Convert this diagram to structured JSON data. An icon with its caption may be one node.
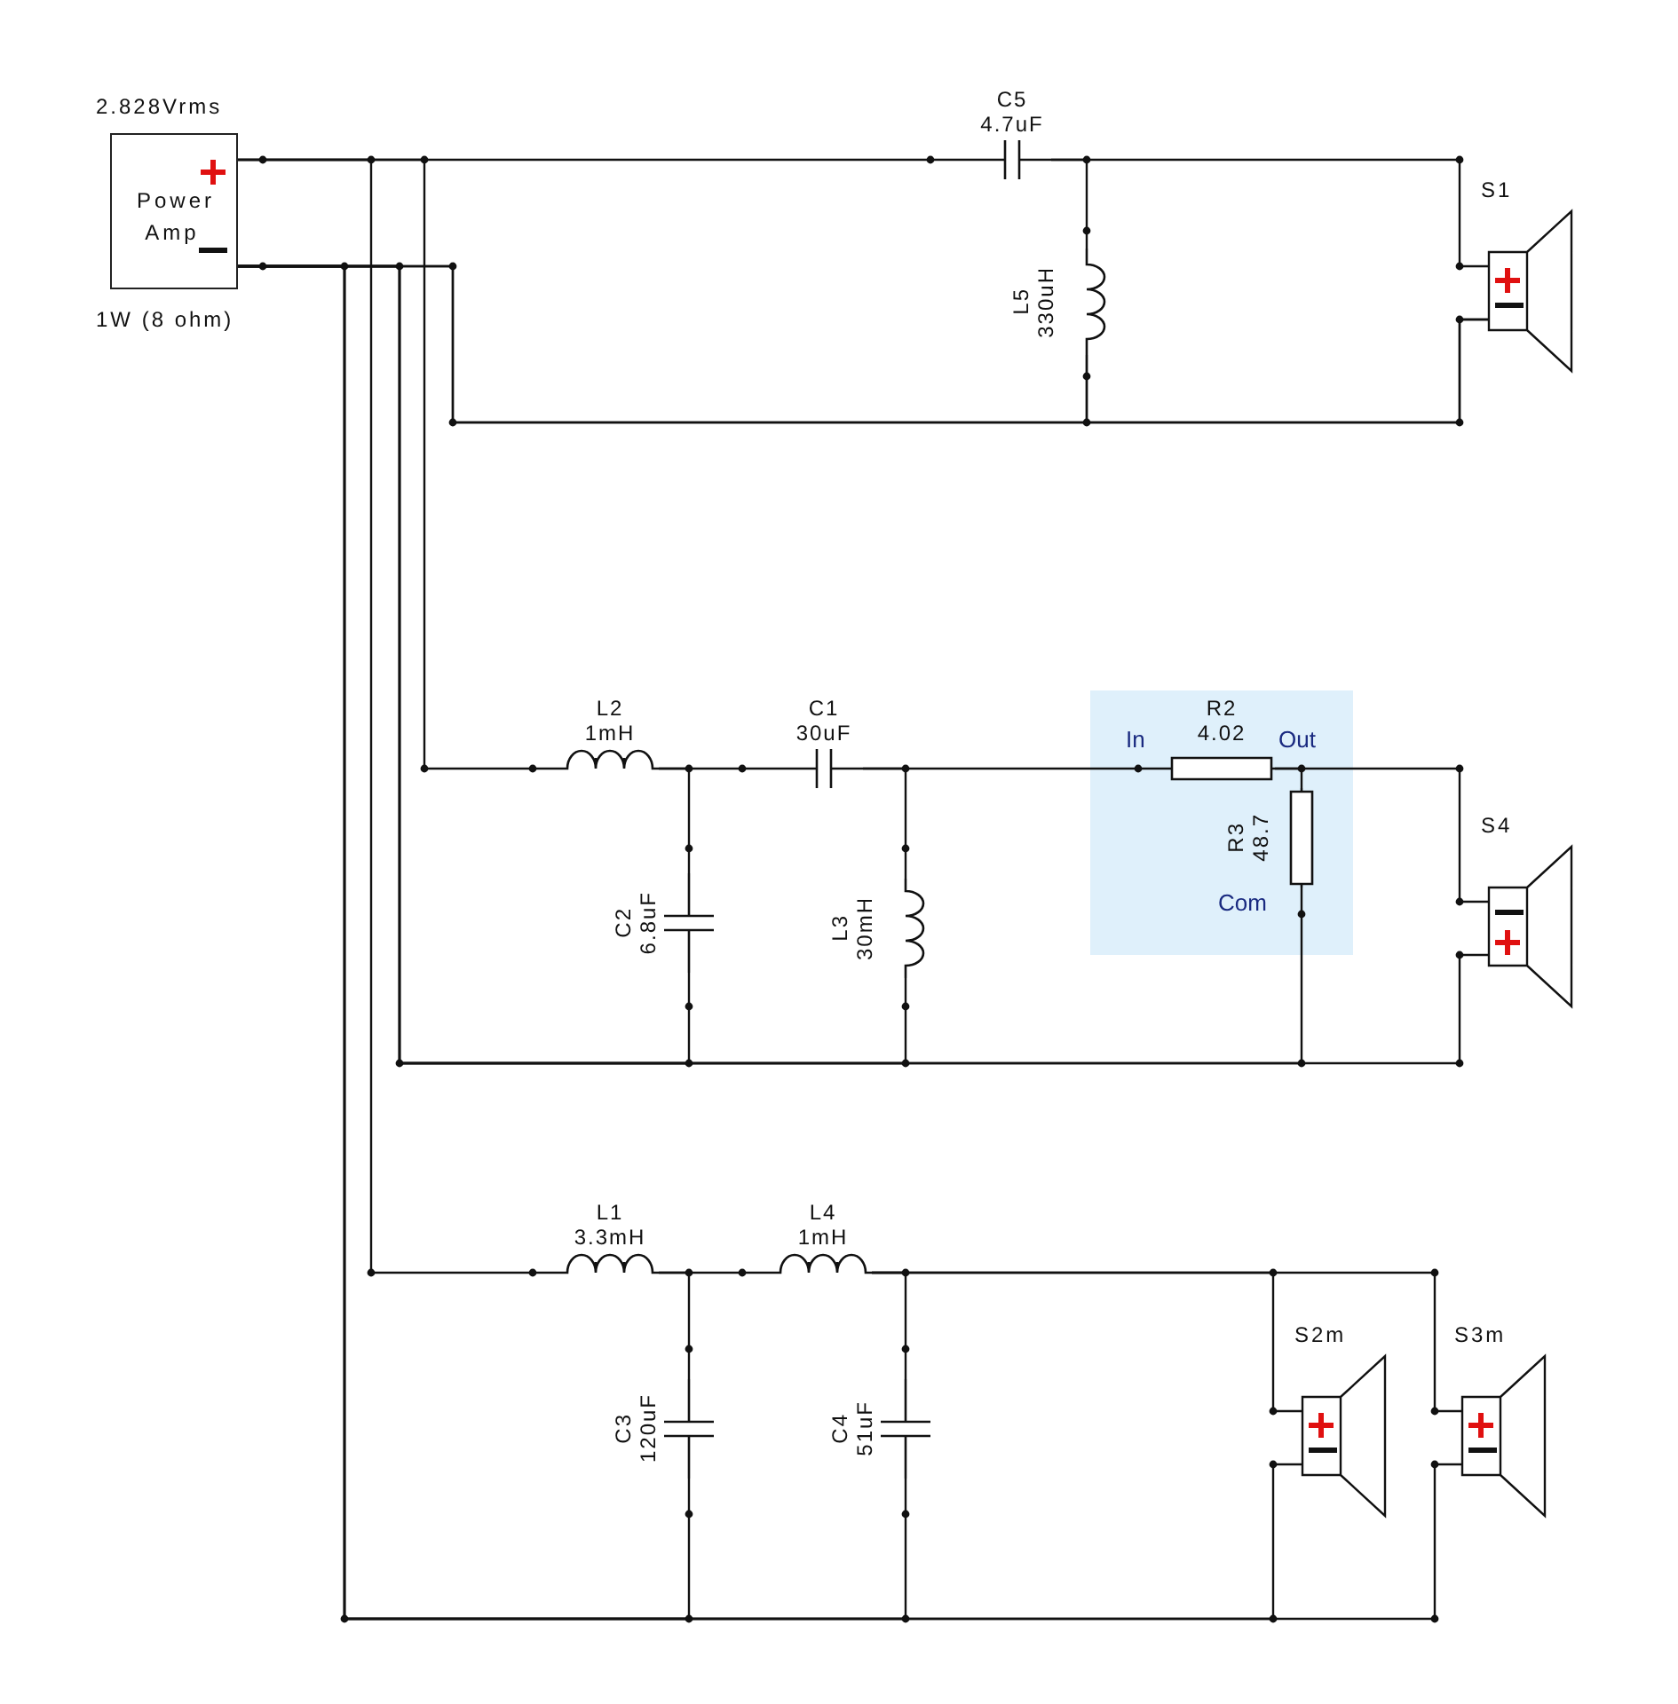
{
  "diagram": {
    "nodes": [
      {
        "text": [
          "Power Amp"
        ],
        "beside": [
          "2.828Vrms",
          "1W (8 ohm)"
        ]
      },
      {
        "text": [
          "C5",
          "4.7uF"
        ]
      },
      {
        "text": [
          "L5",
          "330uH"
        ]
      },
      {
        "text": [],
        "shape": "speaker",
        "beside": [
          "S1"
        ]
      },
      {
        "text": [
          "L2",
          "1mH"
        ]
      },
      {
        "text": [
          "C1",
          "30uF"
        ]
      },
      {
        "text": [
          "In",
          "Out",
          "Com"
        ]
      },
      {
        "text": [
          "R2",
          "4.02"
        ],
        "in": 6
      },
      {
        "text": [
          "C2",
          "6.8uF"
        ]
      },
      {
        "text": [
          "L3",
          "30mH"
        ]
      },
      {
        "text": [
          "R3",
          "48.7"
        ],
        "in": 6
      },
      {
        "text": [],
        "shape": "speaker",
        "beside": [
          "S4"
        ]
      },
      {
        "text": [
          "L1",
          "3.3mH"
        ]
      },
      {
        "text": [
          "L4",
          "1mH"
        ]
      },
      {
        "text": [
          "C3",
          "120uF"
        ]
      },
      {
        "text": [
          "C4",
          "51uF"
        ]
      },
      {
        "text": [],
        "shape": "speaker",
        "beside": [
          "S2m"
        ]
      },
      {
        "text": [],
        "shape": "speaker",
        "beside": [
          "S3m"
        ]
      }
    ],
    "edges": [
      {
        "from": 0,
        "to": 1,
        "arrow": "none"
      },
      {
        "from": 1,
        "to": 2,
        "arrow": "none"
      },
      {
        "from": 1,
        "to": 3,
        "arrow": "none"
      },
      {
        "from": 2,
        "to": 3,
        "arrow": "none"
      },
      {
        "from": 0,
        "to": 2,
        "arrow": "none"
      },
      {
        "from": 0,
        "to": 3,
        "arrow": "none"
      },
      {
        "from": 0,
        "to": 4,
        "arrow": "none"
      },
      {
        "from": 4,
        "to": 5,
        "arrow": "none"
      },
      {
        "from": 4,
        "to": 8,
        "arrow": "none"
      },
      {
        "from": 5,
        "to": 9,
        "arrow": "none"
      },
      {
        "from": 5,
        "to": 7,
        "arrow": "none"
      },
      {
        "from": 7,
        "to": 10,
        "arrow": "none"
      },
      {
        "from": 7,
        "to": 11,
        "arrow": "none"
      },
      {
        "from": 0,
        "to": 8,
        "arrow": "none"
      },
      {
        "from": 0,
        "to": 9,
        "arrow": "none"
      },
      {
        "from": 0,
        "to": 10,
        "arrow": "none"
      },
      {
        "from": 0,
        "to": 11,
        "arrow": "none"
      },
      {
        "from": 0,
        "to": 12,
        "arrow": "none"
      },
      {
        "from": 12,
        "to": 13,
        "arrow": "none"
      },
      {
        "from": 12,
        "to": 14,
        "arrow": "none"
      },
      {
        "from": 13,
        "to": 15,
        "arrow": "none"
      },
      {
        "from": 13,
        "to": 16,
        "arrow": "none"
      },
      {
        "from": 13,
        "to": 17,
        "arrow": "none"
      },
      {
        "from": 0,
        "to": 14,
        "arrow": "none"
      },
      {
        "from": 0,
        "to": 15,
        "arrow": "none"
      },
      {
        "from": 0,
        "to": 16,
        "arrow": "none"
      },
      {
        "from": 0,
        "to": 17,
        "arrow": "none"
      }
    ]
  }
}
